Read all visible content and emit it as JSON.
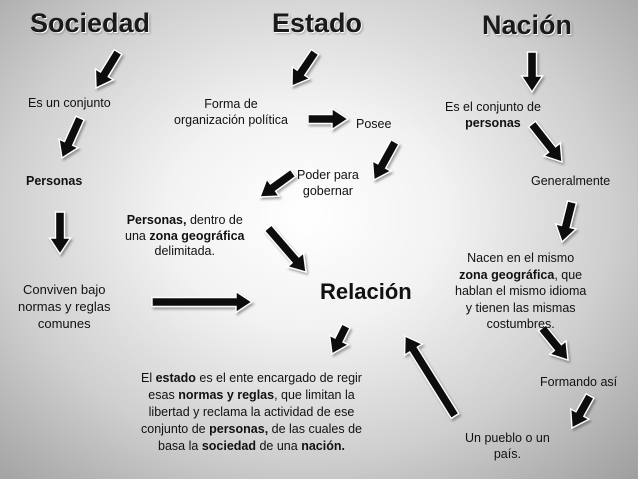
{
  "titles": {
    "sociedad": "Sociedad",
    "estado": "Estado",
    "nacion": "Nación"
  },
  "nodes": {
    "es_un_conjunto": "Es un conjunto",
    "forma_de": "Forma de",
    "organizacion_politica": "organización política",
    "posee": "Posee",
    "es_el_conjunto_de": "Es el conjunto de",
    "personas_nacion": "personas",
    "personas_sociedad": "Personas",
    "poder_para": "Poder para",
    "gobernar": "gobernar",
    "generalmente": "Generalmente",
    "personas_zona": {
      "l1_bold": "Personas,",
      "l1_rest": " dentro de",
      "l2_pre": "una ",
      "l2_bold": "zona geográfica",
      "l3": "delimitada."
    },
    "nacen": {
      "l1": "Nacen en el mismo",
      "l2_bold": "zona geográfica",
      "l2_rest": ", que",
      "l3": "hablan el mismo idioma",
      "l4": "y tienen las mismas",
      "l5": "costumbres."
    },
    "conviven": {
      "l1": "Conviven bajo",
      "l2": "normas y reglas",
      "l3": "comunes"
    },
    "relacion": "Relación",
    "formando_asi": "Formando así",
    "pueblo": {
      "l1": "Un pueblo o un",
      "l2": "país."
    },
    "estado_def": {
      "l1_pre": "El ",
      "l1_bold": "estado",
      "l1_rest": " es el ente encargado de regir",
      "l2_pre": "esas ",
      "l2_bold": "normas y reglas",
      "l2_rest": ", que limitan la",
      "l3": "libertad y reclama la actividad de ese",
      "l4_pre": "conjunto de ",
      "l4_bold": "personas,",
      "l4_rest": " de las cuales de",
      "l5_pre": "basa la ",
      "l5_bold": "sociedad",
      "l5_mid": " de una ",
      "l5_bold2": "nación."
    }
  },
  "colors": {
    "arrow_fill": "#111111",
    "arrow_outline": "#ffffff"
  }
}
